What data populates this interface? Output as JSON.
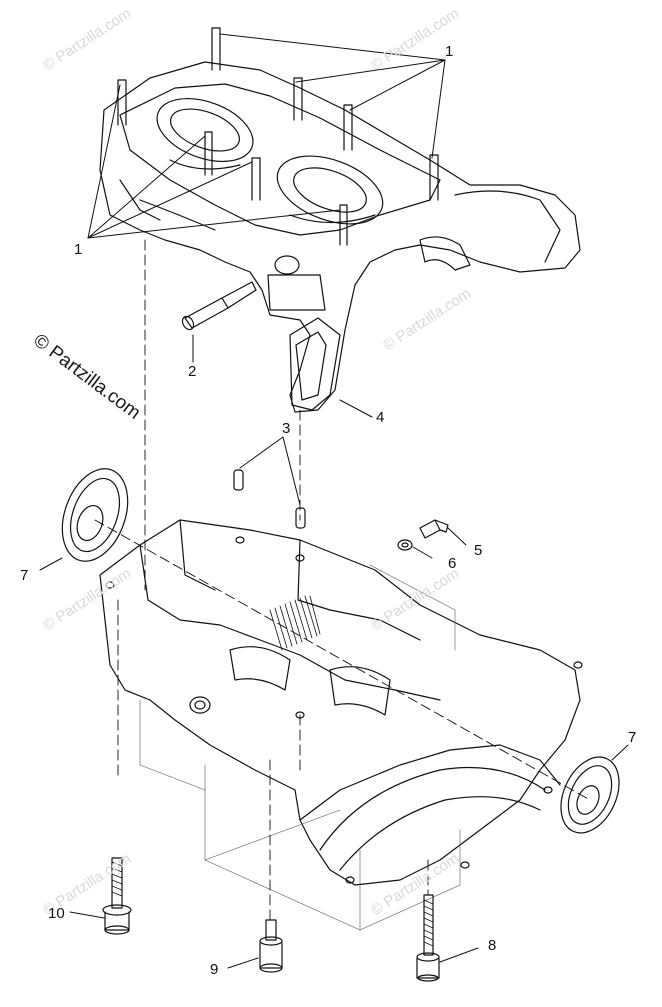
{
  "brand_watermark": "© Partzilla.com",
  "repeat_watermark": "© Partzilla.com",
  "callouts": {
    "c1_top": "1",
    "c1_left": "1",
    "c2": "2",
    "c3": "3",
    "c4": "4",
    "c5": "5",
    "c6": "6",
    "c7_left": "7",
    "c7_right": "7",
    "c8": "8",
    "c9": "9",
    "c10": "10"
  }
}
